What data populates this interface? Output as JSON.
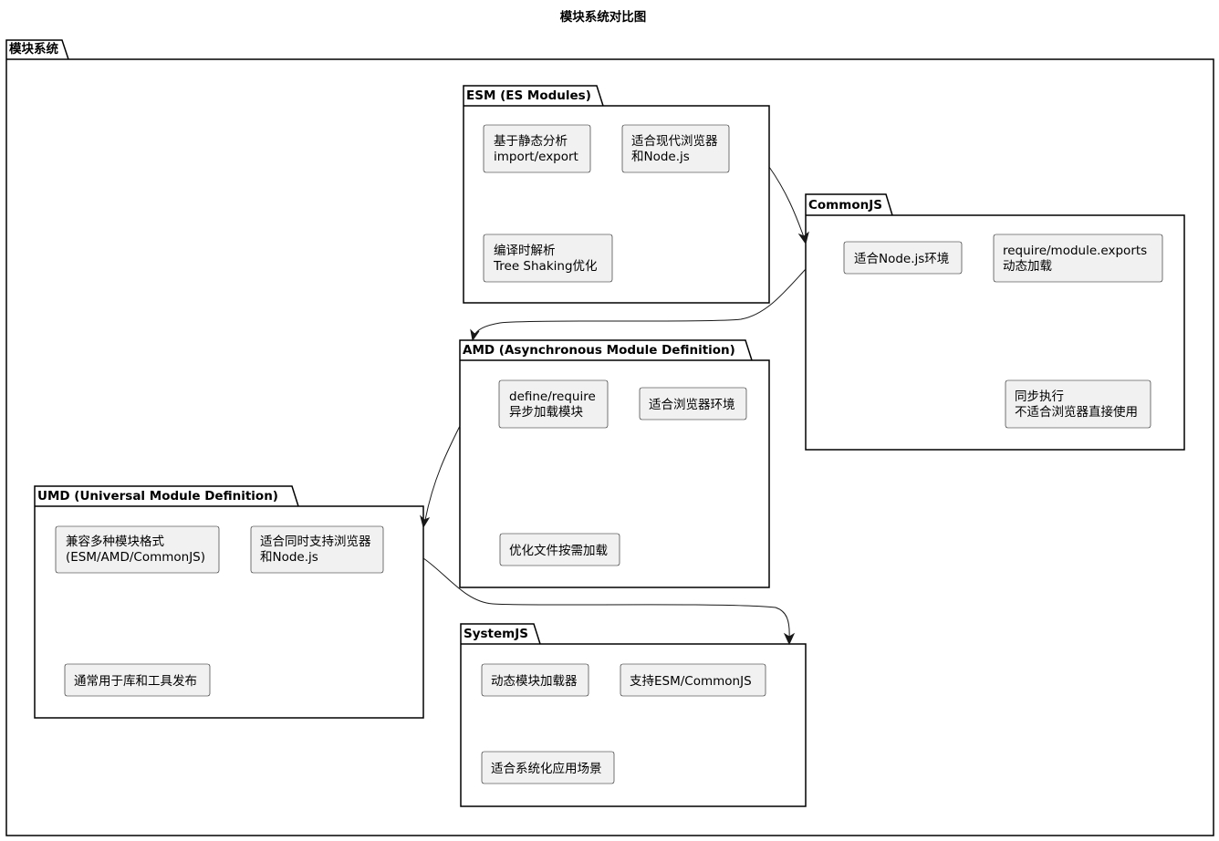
{
  "diagram": {
    "title": "模块系统对比图",
    "outer_package": "模块系统",
    "packages": {
      "esm": {
        "label": "ESM (ES Modules)",
        "nodes": [
          [
            "基于静态分析",
            "import/export"
          ],
          [
            "适合现代浏览器",
            "和Node.js"
          ],
          [
            "编译时解析",
            "Tree Shaking优化"
          ]
        ]
      },
      "commonjs": {
        "label": "CommonJS",
        "nodes": [
          [
            "适合Node.js环境"
          ],
          [
            "require/module.exports",
            "动态加载"
          ],
          [
            "同步执行",
            "不适合浏览器直接使用"
          ]
        ]
      },
      "amd": {
        "label": "AMD (Asynchronous Module Definition)",
        "nodes": [
          [
            "define/require",
            "异步加载模块"
          ],
          [
            "适合浏览器环境"
          ],
          [
            "优化文件按需加载"
          ]
        ]
      },
      "umd": {
        "label": "UMD (Universal Module Definition)",
        "nodes": [
          [
            "兼容多种模块格式",
            "(ESM/AMD/CommonJS)"
          ],
          [
            "适合同时支持浏览器",
            "和Node.js"
          ],
          [
            "通常用于库和工具发布"
          ]
        ]
      },
      "systemjs": {
        "label": "SystemJS",
        "nodes": [
          [
            "动态模块加载器"
          ],
          [
            "支持ESM/CommonJS"
          ],
          [
            "适合系统化应用场景"
          ]
        ]
      }
    },
    "edges": [
      {
        "from": "ESM (ES Modules)",
        "to": "CommonJS"
      },
      {
        "from": "CommonJS",
        "to": "AMD (Asynchronous Module Definition)"
      },
      {
        "from": "AMD (Asynchronous Module Definition)",
        "to": "UMD (Universal Module Definition)"
      },
      {
        "from": "UMD (Universal Module Definition)",
        "to": "SystemJS"
      }
    ]
  }
}
